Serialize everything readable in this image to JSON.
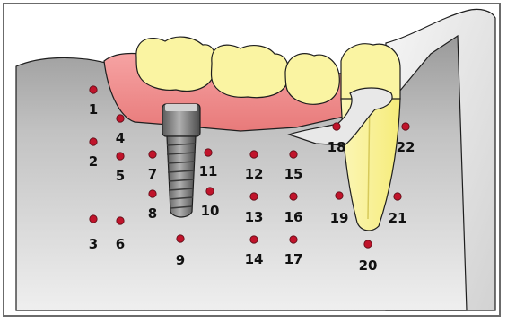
{
  "figure": {
    "description_free": true,
    "points": [
      {
        "label": "1"
      },
      {
        "label": "2"
      },
      {
        "label": "3"
      },
      {
        "label": "4"
      },
      {
        "label": "5"
      },
      {
        "label": "6"
      },
      {
        "label": "7"
      },
      {
        "label": "8"
      },
      {
        "label": "9"
      },
      {
        "label": "10"
      },
      {
        "label": "11"
      },
      {
        "label": "12"
      },
      {
        "label": "13"
      },
      {
        "label": "14"
      },
      {
        "label": "15"
      },
      {
        "label": "16"
      },
      {
        "label": "17"
      },
      {
        "label": "18"
      },
      {
        "label": "19"
      },
      {
        "label": "20"
      },
      {
        "label": "21"
      },
      {
        "label": "22"
      }
    ],
    "colors": {
      "bone": "#b8b8b8",
      "bone_shade": "#e6e6e6",
      "gum": "#ef8f8f",
      "tooth": "#faf4a2",
      "implant": "#808080",
      "point": "#c0142b",
      "outline": "#1e1e1e"
    },
    "icons": [
      "dental-implant-icon",
      "root-tooth-icon",
      "crown-teeth-icon",
      "bone-block-icon"
    ]
  }
}
